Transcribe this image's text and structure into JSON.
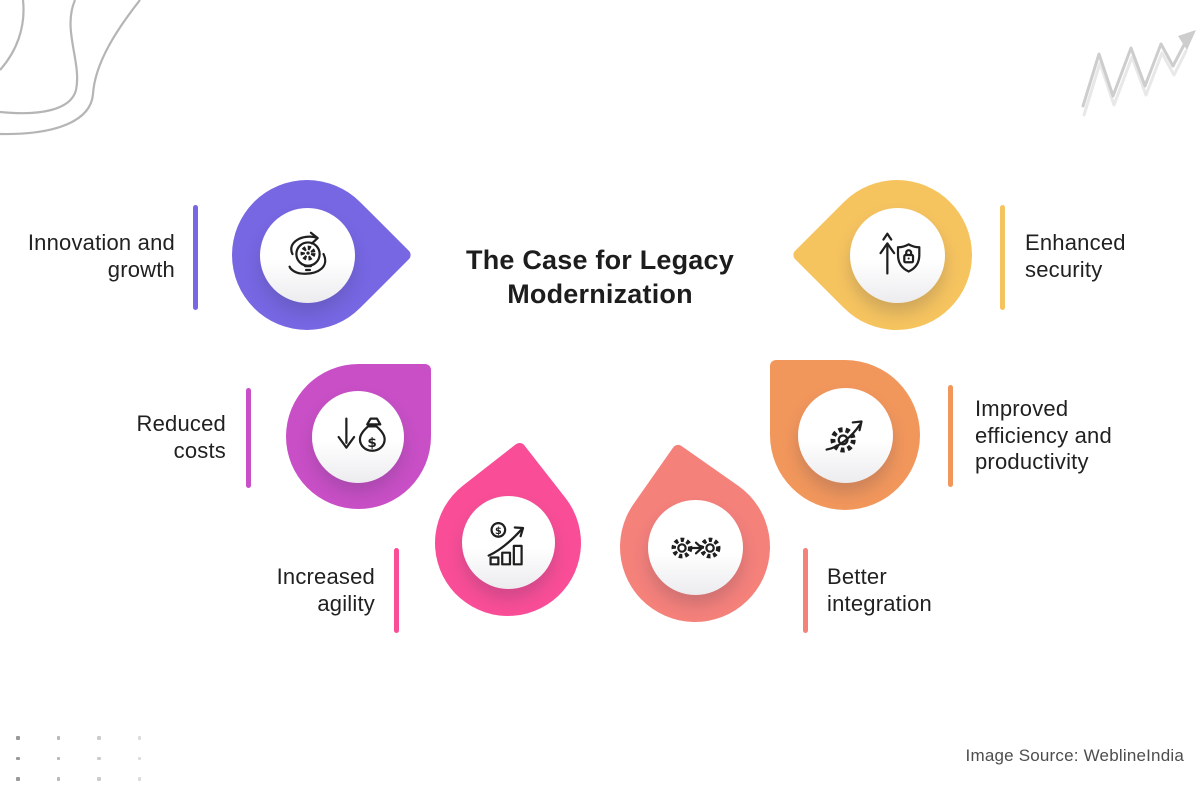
{
  "title": "The Case for Legacy Modernization",
  "caption": "Image Source: WeblineIndia",
  "items": [
    {
      "id": "innovation",
      "label": "Innovation and growth",
      "color": "#7767E3",
      "icon": "lightbulb-gear-swirl-icon",
      "side": "left"
    },
    {
      "id": "security",
      "label": "Enhanced security",
      "color": "#F6C45F",
      "icon": "shield-lock-up-arrow-icon",
      "side": "right"
    },
    {
      "id": "reduced",
      "label": "Reduced costs",
      "color": "#C94FC6",
      "icon": "money-bag-down-arrow-icon",
      "side": "left"
    },
    {
      "id": "efficiency",
      "label": "Improved efficiency and productivity",
      "color": "#F2975C",
      "icon": "gear-growth-arrow-icon",
      "side": "right"
    },
    {
      "id": "agility",
      "label": "Increased agility",
      "color": "#F94E97",
      "icon": "dollar-chart-arrow-icon",
      "side": "left"
    },
    {
      "id": "integration",
      "label": "Better integration",
      "color": "#F5817B",
      "icon": "gears-transfer-arrow-icon",
      "side": "right"
    }
  ]
}
